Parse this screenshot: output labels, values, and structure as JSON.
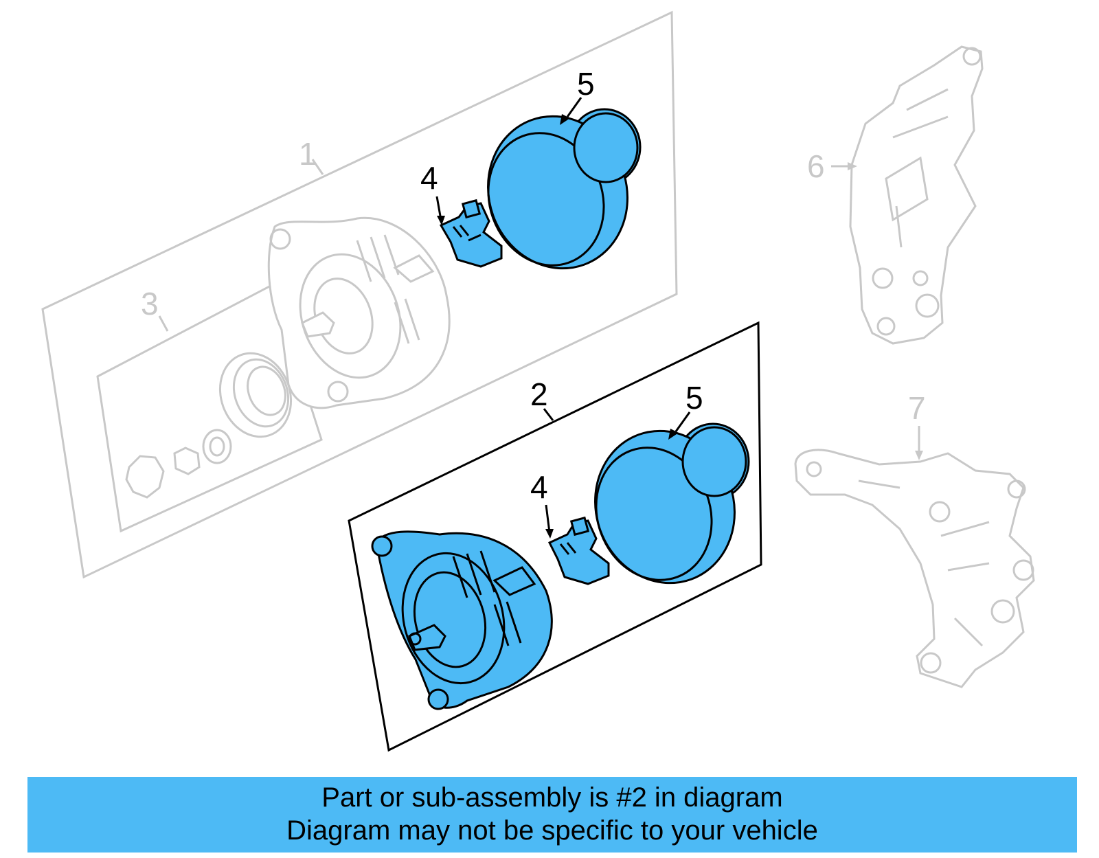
{
  "diagram": {
    "callouts": {
      "assembly_main": "1",
      "assembly_sub": "2",
      "pulley_kit": "3",
      "regulator_top": "4",
      "cap_top": "5",
      "bracket_upper": "6",
      "regulator_bottom": "4",
      "cap_bottom": "5",
      "bracket_lower": "7"
    },
    "highlight_color": "#4dbaf5",
    "faded_color": "#c8c8c8"
  },
  "banner": {
    "line1": "Part or sub-assembly is #2 in diagram",
    "line2": "Diagram may not be specific to your vehicle",
    "background": "#4dbaf5"
  }
}
